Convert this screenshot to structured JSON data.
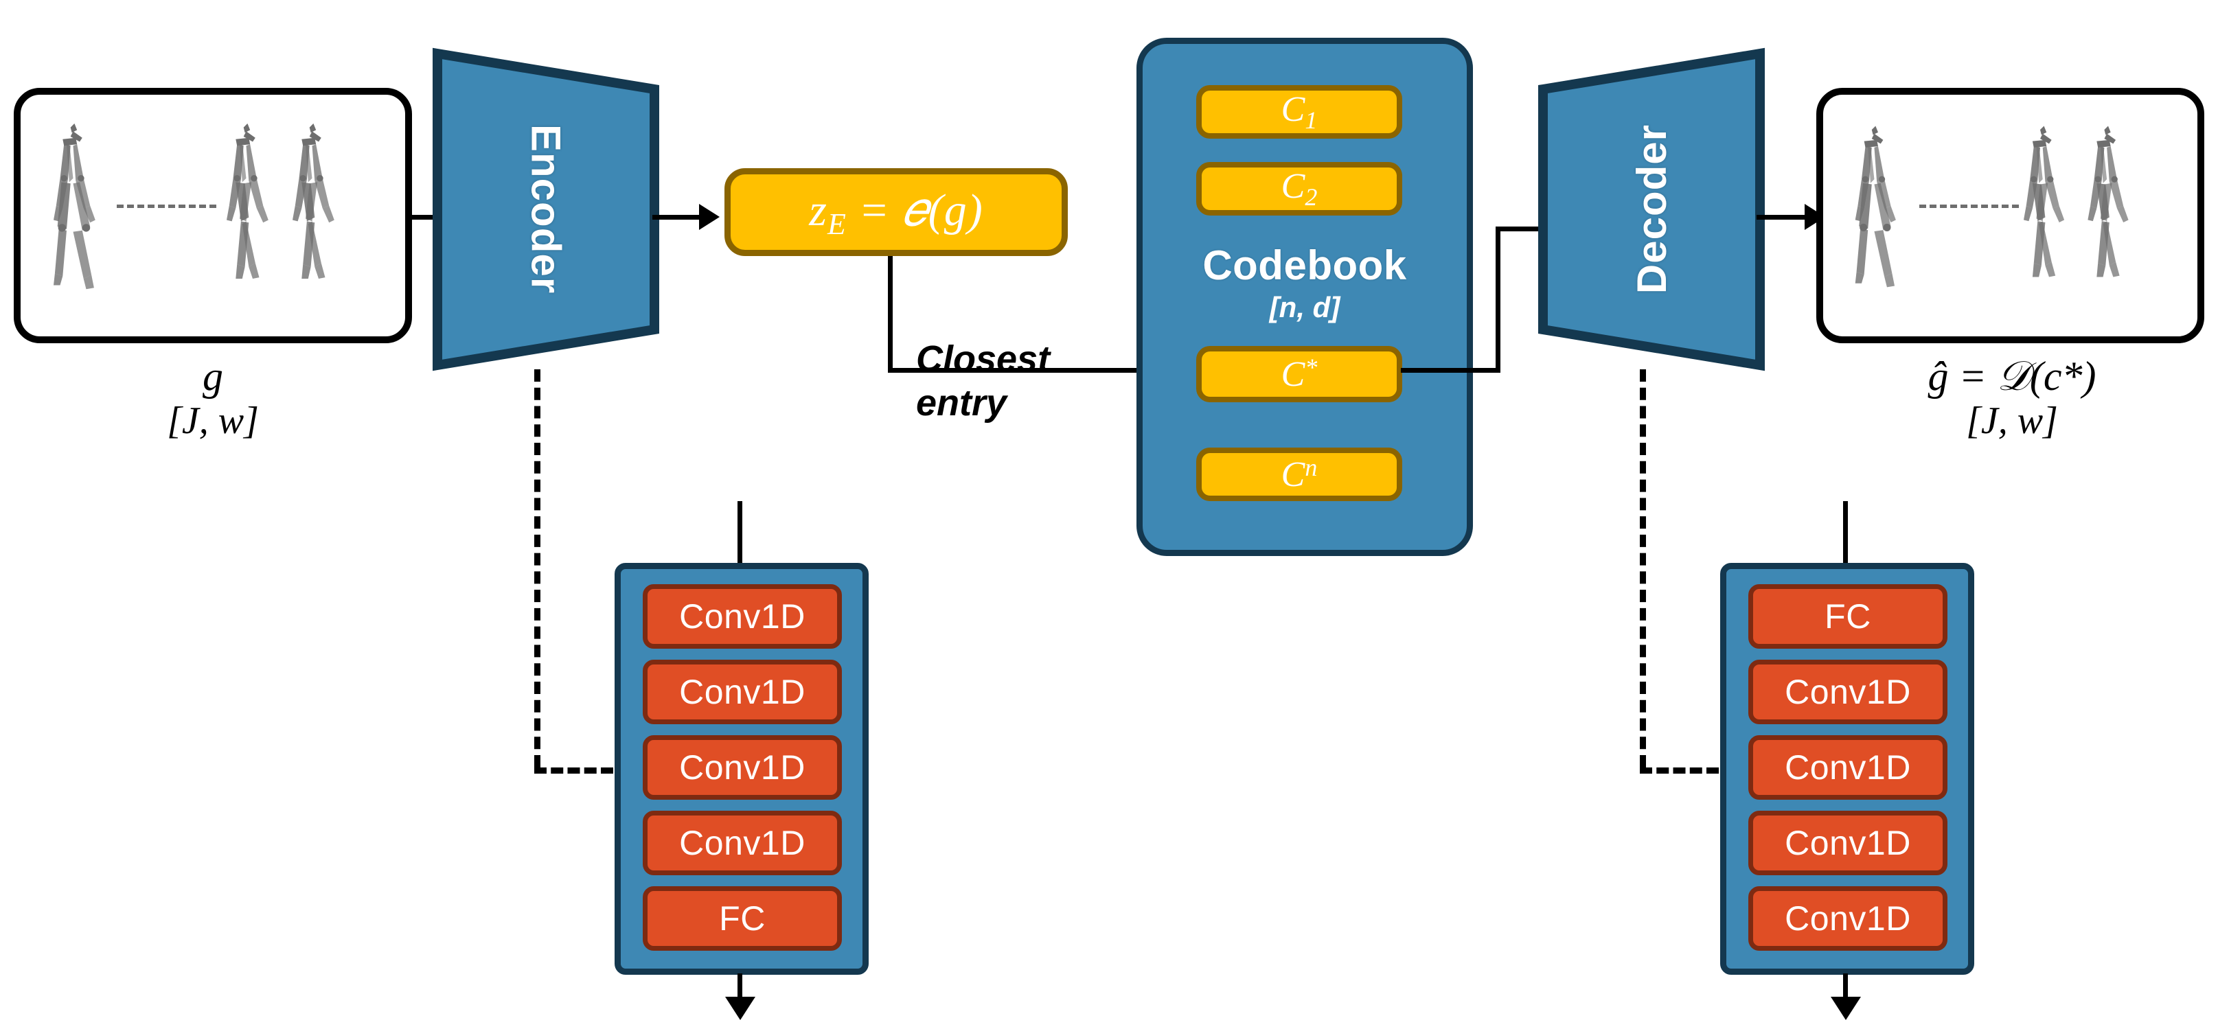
{
  "diagram": {
    "title": "VQ-VAE motion tokenizer architecture",
    "colors": {
      "blue": "#3E88B4",
      "blue_border": "#14384F",
      "amber": "#FFC000",
      "amber_border": "#8A6400",
      "orange": "#E04E25",
      "orange_border": "#7E2A11",
      "line": "#000000",
      "skeleton": "#6E6E6E"
    }
  },
  "input": {
    "caption_line1": "g",
    "caption_line2": "[J, w]",
    "figure_count": 3,
    "name": "input-motion-sequence"
  },
  "encoder": {
    "label": "Encoder"
  },
  "latent": {
    "expr_lhs": "z",
    "expr_lhs_sub": "E",
    "expr_eq": "=",
    "expr_op": "ℰ",
    "expr_arg": "(g)",
    "full_text": "z_E = ℰ(g)"
  },
  "quantize": {
    "label_line1": "Closest",
    "label_line2": "entry"
  },
  "codebook": {
    "title": "Codebook",
    "dims": "[n, d]",
    "entries": [
      {
        "base": "C",
        "sub": "1",
        "sup": "",
        "text": "C₁"
      },
      {
        "base": "C",
        "sub": "2",
        "sup": "",
        "text": "C₂"
      },
      {
        "base": "C",
        "sub": "",
        "sup": "*",
        "text": "C*"
      },
      {
        "base": "C",
        "sub": "",
        "sup": "n",
        "text": "Cⁿ"
      }
    ],
    "selected_index": 2
  },
  "decoder": {
    "label": "Decoder"
  },
  "output": {
    "caption_line1_pre": "ĝ = 𝒟(c",
    "caption_line1_sup": "*",
    "caption_line1_post": ")",
    "caption_line1": "ĝ = 𝒟(c*)",
    "caption_line2": "[J, w]",
    "figure_count": 3,
    "name": "reconstructed-motion-sequence"
  },
  "encoder_stack": {
    "name": "encoder-layer-stack",
    "layers": [
      "Conv1D",
      "Conv1D",
      "Conv1D",
      "Conv1D",
      "FC"
    ]
  },
  "decoder_stack": {
    "name": "decoder-layer-stack",
    "layers": [
      "FC",
      "Conv1D",
      "Conv1D",
      "Conv1D",
      "Conv1D"
    ]
  }
}
